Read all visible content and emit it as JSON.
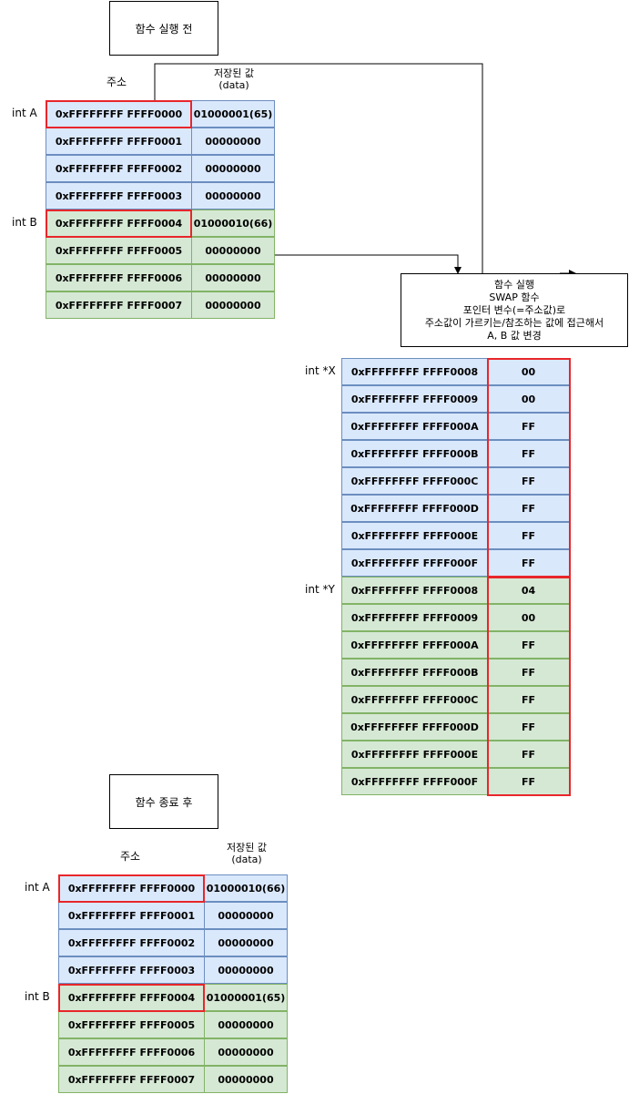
{
  "before": {
    "title": "함수 실행 전",
    "addr_header": "주소",
    "data_header": [
      "저장된 값",
      "(data)"
    ],
    "labels": {
      "a": "int A",
      "b": "int B"
    },
    "rows": [
      {
        "addr": "0xFFFFFFFF FFFF0000",
        "val": "01000001(65)",
        "group": "blue"
      },
      {
        "addr": "0xFFFFFFFF FFFF0001",
        "val": "00000000",
        "group": "blue"
      },
      {
        "addr": "0xFFFFFFFF FFFF0002",
        "val": "00000000",
        "group": "blue"
      },
      {
        "addr": "0xFFFFFFFF FFFF0003",
        "val": "00000000",
        "group": "blue"
      },
      {
        "addr": "0xFFFFFFFF FFFF0004",
        "val": "01000010(66)",
        "group": "green"
      },
      {
        "addr": "0xFFFFFFFF FFFF0005",
        "val": "00000000",
        "group": "green"
      },
      {
        "addr": "0xFFFFFFFF FFFF0006",
        "val": "00000000",
        "group": "green"
      },
      {
        "addr": "0xFFFFFFFF FFFF0007",
        "val": "00000000",
        "group": "green"
      }
    ]
  },
  "swap": {
    "lines": [
      "함수 실행",
      "SWAP 함수",
      "포인터 변수(=주소값)로",
      "주소값이 가르키는/참조하는 값에 접근해서",
      "A, B 값 변경"
    ]
  },
  "pointers": {
    "labels": {
      "x": "int *X",
      "y": "int *Y"
    },
    "rows": [
      {
        "addr": "0xFFFFFFFF FFFF0008",
        "val": "00",
        "group": "blue"
      },
      {
        "addr": "0xFFFFFFFF FFFF0009",
        "val": "00",
        "group": "blue"
      },
      {
        "addr": "0xFFFFFFFF FFFF000A",
        "val": "FF",
        "group": "blue"
      },
      {
        "addr": "0xFFFFFFFF FFFF000B",
        "val": "FF",
        "group": "blue"
      },
      {
        "addr": "0xFFFFFFFF FFFF000C",
        "val": "FF",
        "group": "blue"
      },
      {
        "addr": "0xFFFFFFFF FFFF000D",
        "val": "FF",
        "group": "blue"
      },
      {
        "addr": "0xFFFFFFFF FFFF000E",
        "val": "FF",
        "group": "blue"
      },
      {
        "addr": "0xFFFFFFFF FFFF000F",
        "val": "FF",
        "group": "blue"
      },
      {
        "addr": "0xFFFFFFFF FFFF0008",
        "val": "04",
        "group": "green"
      },
      {
        "addr": "0xFFFFFFFF FFFF0009",
        "val": "00",
        "group": "green"
      },
      {
        "addr": "0xFFFFFFFF FFFF000A",
        "val": "FF",
        "group": "green"
      },
      {
        "addr": "0xFFFFFFFF FFFF000B",
        "val": "FF",
        "group": "green"
      },
      {
        "addr": "0xFFFFFFFF FFFF000C",
        "val": "FF",
        "group": "green"
      },
      {
        "addr": "0xFFFFFFFF FFFF000D",
        "val": "FF",
        "group": "green"
      },
      {
        "addr": "0xFFFFFFFF FFFF000E",
        "val": "FF",
        "group": "green"
      },
      {
        "addr": "0xFFFFFFFF FFFF000F",
        "val": "FF",
        "group": "green"
      }
    ]
  },
  "after": {
    "title": "함수 종료 후",
    "addr_header": "주소",
    "data_header": [
      "저장된 값",
      "(data)"
    ],
    "labels": {
      "a": "int A",
      "b": "int B"
    },
    "rows": [
      {
        "addr": "0xFFFFFFFF FFFF0000",
        "val": "01000010(66)",
        "group": "blue"
      },
      {
        "addr": "0xFFFFFFFF FFFF0001",
        "val": "00000000",
        "group": "blue"
      },
      {
        "addr": "0xFFFFFFFF FFFF0002",
        "val": "00000000",
        "group": "blue"
      },
      {
        "addr": "0xFFFFFFFF FFFF0003",
        "val": "00000000",
        "group": "blue"
      },
      {
        "addr": "0xFFFFFFFF FFFF0004",
        "val": "01000001(65)",
        "group": "green"
      },
      {
        "addr": "0xFFFFFFFF FFFF0005",
        "val": "00000000",
        "group": "green"
      },
      {
        "addr": "0xFFFFFFFF FFFF0006",
        "val": "00000000",
        "group": "green"
      },
      {
        "addr": "0xFFFFFFFF FFFF0007",
        "val": "00000000",
        "group": "green"
      }
    ]
  },
  "colors": {
    "blue_fill": "#dae8fc",
    "blue_stroke": "#6c8ebf",
    "green_fill": "#d5e8d4",
    "green_stroke": "#82b366",
    "highlight": "#e8262b"
  }
}
